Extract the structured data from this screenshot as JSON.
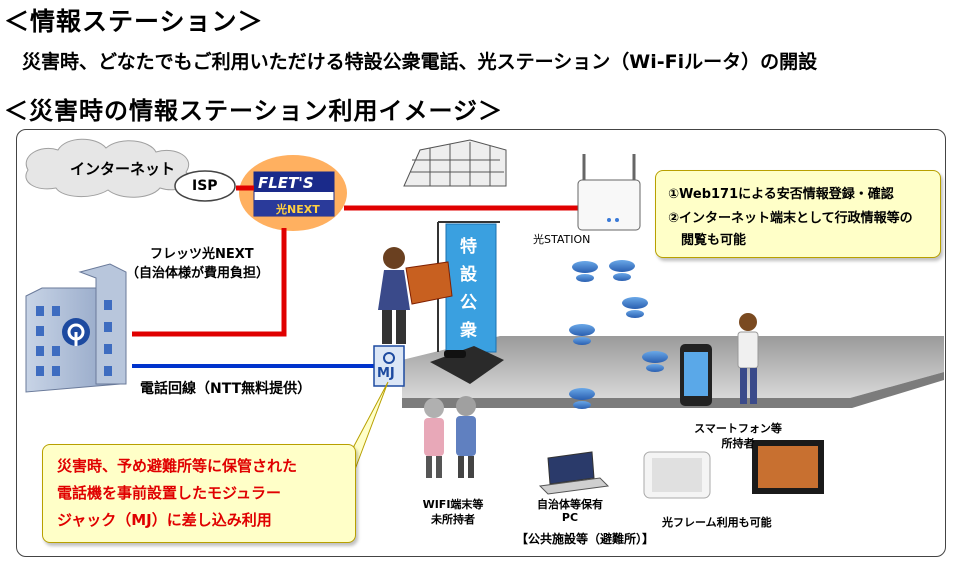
{
  "header": {
    "title": "＜情報ステーション＞",
    "subtitle": "災害時、どなたでもご利用いただける特設公衆電話、光ステーション（Wi-Fiルータ）の開設",
    "diagram_title": "＜災害時の情報ステーション利用イメージ＞"
  },
  "diagram": {
    "internet_label": "インターネット",
    "isp_label": "ISP",
    "flets_logo": "FLET'S",
    "flets_next": "光NEXT",
    "flets_line_label_1": "フレッツ光NEXT",
    "flets_line_label_2": "（自治体様が費用負担）",
    "phone_line_label": "電話回線（NTT無料提供）",
    "mj_label": "MJ",
    "station_label": "光STATION",
    "banner_chars": [
      "特",
      "設",
      "公",
      "衆"
    ],
    "smartphone_label_1": "スマートフォン等",
    "smartphone_label_2": "所持者",
    "wifi_label_1": "WIFI端末等",
    "wifi_label_2": "未所持者",
    "pc_label_1": "自治体等保有",
    "pc_label_2": "PC",
    "photo_frame_label": "光フレーム利用も可能",
    "facility_label": "【公共施設等（避難所）】",
    "info_note": [
      "①Web171による安否情報登録・確認",
      "②インターネット端末として行政情報等の",
      "　閲覧も可能"
    ],
    "mj_note": [
      "災害時、予め避難所等に保管された",
      "電話機を事前設置したモジュラー",
      "ジャック（MJ）に差し込み利用"
    ],
    "colors": {
      "fiber_line": "#e00000",
      "phone_line": "#0033cc",
      "note_bg": "#ffffc8",
      "note_red_text": "#e00000",
      "flets_orange": "#f08000",
      "flets_navy": "#1a2a8a"
    }
  }
}
